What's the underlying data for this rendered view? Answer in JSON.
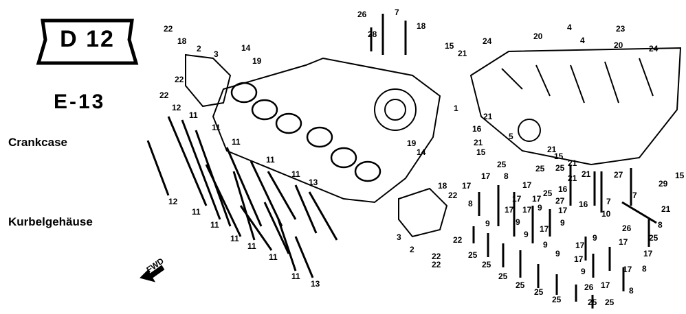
{
  "badge": {
    "label": "D 12"
  },
  "section_code": "E-13",
  "title_en": "Crankcase",
  "title_de": "Kurbelgehäuse",
  "fwd_label": "FWD",
  "callouts": [
    "22",
    "18",
    "2",
    "3",
    "22",
    "22",
    "14",
    "19",
    "26",
    "7",
    "28",
    "18",
    "15",
    "21",
    "24",
    "20",
    "4",
    "23",
    "4",
    "20",
    "24",
    "1",
    "12",
    "11",
    "11",
    "11",
    "11",
    "11",
    "13",
    "19",
    "14",
    "12",
    "11",
    "11",
    "11",
    "11",
    "11",
    "11",
    "13",
    "18",
    "22",
    "22",
    "3",
    "2",
    "22",
    "21",
    "16",
    "21",
    "15",
    "5",
    "25",
    "21",
    "15",
    "21",
    "25",
    "25",
    "21",
    "17",
    "17",
    "8",
    "16",
    "21",
    "27",
    "29",
    "15",
    "21",
    "7",
    "17",
    "17",
    "8",
    "25",
    "17",
    "27",
    "16",
    "9",
    "9",
    "9",
    "17",
    "17",
    "17",
    "9",
    "9",
    "9",
    "17",
    "7",
    "10",
    "26",
    "8",
    "25",
    "17",
    "9",
    "17",
    "9",
    "17",
    "17",
    "9",
    "25",
    "25",
    "25",
    "25",
    "25",
    "25",
    "26",
    "17",
    "8",
    "25",
    "17",
    "8",
    "25",
    "22"
  ]
}
